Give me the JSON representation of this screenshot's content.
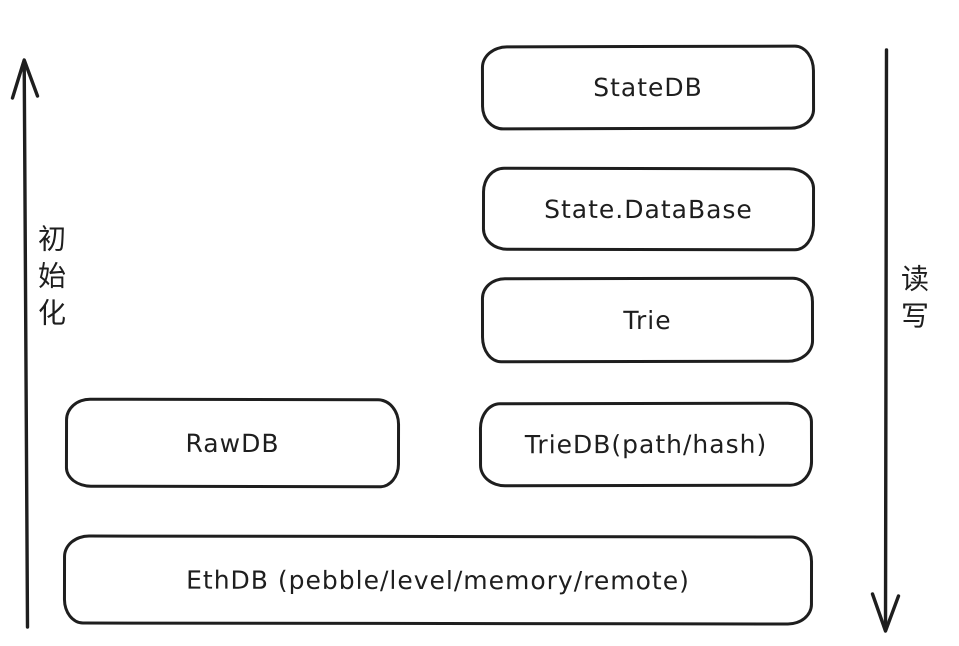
{
  "diagram": {
    "colors": {
      "stroke": "#1e1e1e",
      "box_fill": "#ffffff",
      "background": "#ffffff"
    },
    "boxes": [
      {
        "id": "statedb",
        "label": "StateDB"
      },
      {
        "id": "state-database",
        "label": "State.DataBase"
      },
      {
        "id": "trie",
        "label": "Trie"
      },
      {
        "id": "rawdb",
        "label": "RawDB"
      },
      {
        "id": "triedb",
        "label": "TrieDB(path/hash)"
      },
      {
        "id": "ethdb",
        "label": "EthDB (pebble/level/memory/remote)"
      }
    ],
    "annotations": {
      "init": {
        "label": "初始化",
        "direction": "up",
        "side": "left"
      },
      "read_write": {
        "label": "读写",
        "direction": "down",
        "side": "right"
      }
    }
  }
}
